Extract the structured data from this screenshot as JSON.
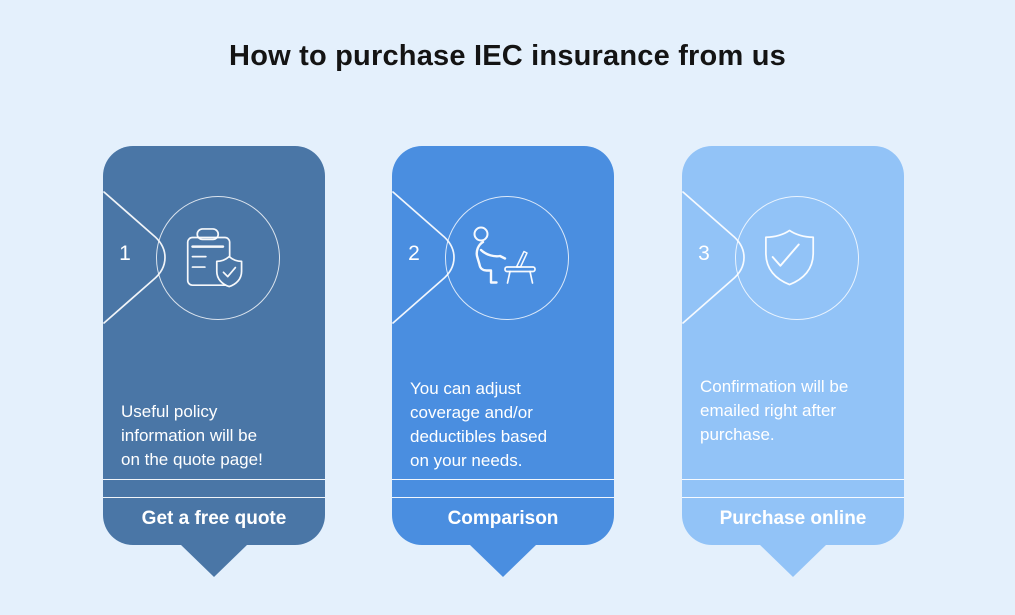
{
  "page": {
    "title": "How to purchase IEC insurance from us",
    "title_color": "#141414",
    "background_color": "#E4F0FC",
    "text_color": "#FFFFFF"
  },
  "steps": [
    {
      "number": "1",
      "icon": "clipboard-shield-check-icon",
      "card_color": "#4A76A6",
      "description": "Useful policy\ninformation will be\non the quote page!",
      "label": "Get a free quote"
    },
    {
      "number": "2",
      "icon": "person-at-desk-icon",
      "card_color": "#4A8EE0",
      "description": "You can adjust\ncoverage and/or\ndeductibles based\non your needs.",
      "label": "Comparison"
    },
    {
      "number": "3",
      "icon": "shield-check-icon",
      "card_color": "#92C3F7",
      "description": "Confirmation will be\nemailed right after\npurchase.",
      "label": "Purchase online"
    }
  ]
}
